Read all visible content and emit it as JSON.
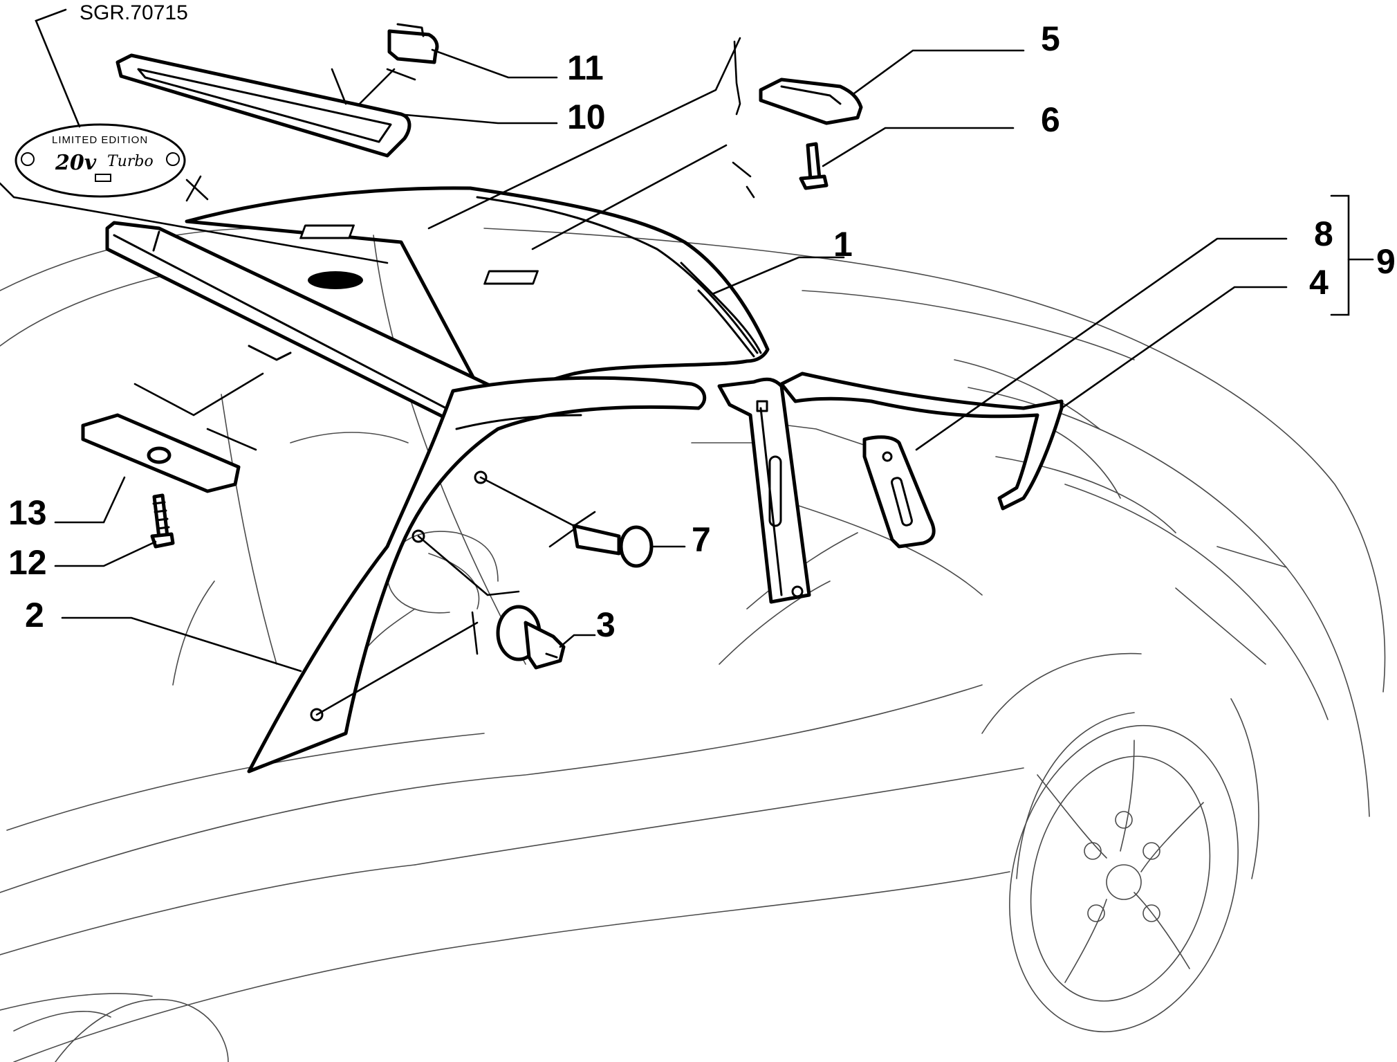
{
  "drawing_ref": "SGR.70715",
  "badge": {
    "line1": "LIMITED EDITION",
    "line2": "20v",
    "line3": "Turbo"
  },
  "callouts": [
    {
      "id": "1",
      "label": "1",
      "part": "roof-panel"
    },
    {
      "id": "2",
      "label": "2",
      "part": "a-pillar-trim"
    },
    {
      "id": "3",
      "label": "3",
      "part": "push-clip"
    },
    {
      "id": "4",
      "label": "4",
      "part": "rear-quarter-trim"
    },
    {
      "id": "5",
      "label": "5",
      "part": "light-housing"
    },
    {
      "id": "6",
      "label": "6",
      "part": "screw"
    },
    {
      "id": "7",
      "label": "7",
      "part": "christmas-tree-clip"
    },
    {
      "id": "8",
      "label": "8",
      "part": "trim-plate"
    },
    {
      "id": "9",
      "label": "9",
      "part": "kit-8-4"
    },
    {
      "id": "10",
      "label": "10",
      "part": "sunroof-frame-seal"
    },
    {
      "id": "11",
      "label": "11",
      "part": "small-clip"
    },
    {
      "id": "12",
      "label": "12",
      "part": "screw"
    },
    {
      "id": "13",
      "label": "13",
      "part": "sun-visor-bracket"
    }
  ],
  "colors": {
    "line": "#000000",
    "background": "#ffffff",
    "car_outline": "#4a4a4a"
  }
}
